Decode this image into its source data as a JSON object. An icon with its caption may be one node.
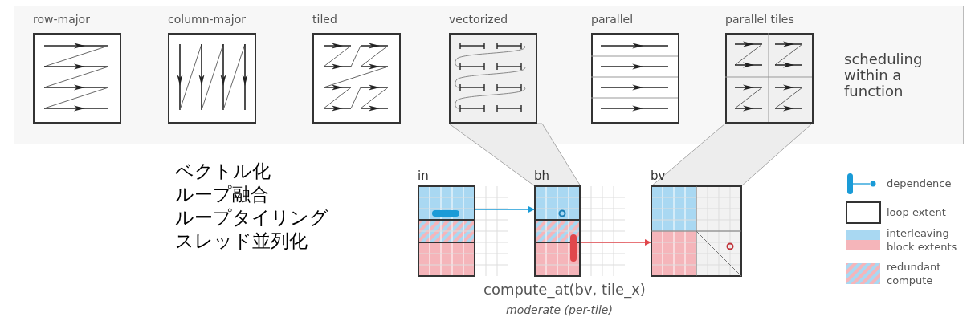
{
  "diagram": {
    "nodes": [
      {
        "text": [
          "scheduling within a function"
        ]
      },
      {
        "text": [
          "row-major"
        ],
        "in": 0
      },
      {
        "text": [
          "column-major"
        ],
        "in": 0
      },
      {
        "text": [
          "tiled"
        ],
        "in": 0
      },
      {
        "text": [
          "vectorized"
        ],
        "in": 0
      },
      {
        "text": [
          "parallel"
        ],
        "in": 0
      },
      {
        "text": [
          "parallel tiles"
        ],
        "in": 0
      },
      {
        "text": [
          "in"
        ]
      },
      {
        "text": [
          "bh"
        ]
      },
      {
        "text": [
          "bv"
        ]
      }
    ],
    "edges": [
      {
        "from": 7,
        "to": 8,
        "arrow": "to",
        "color": "#1a9bd7"
      },
      {
        "from": 8,
        "to": 9,
        "arrow": "to",
        "color": "#e0474c"
      }
    ],
    "labels": [
      "ベクトル化",
      "ループ融合",
      "ループタイリング",
      "スレッド並列化",
      "compute_at(bv, tile_x)",
      "moderate (per-tile)"
    ],
    "legend": [
      {
        "text": "dependence"
      },
      {
        "text": "loop extent"
      },
      {
        "text": "interleaving block extents"
      },
      {
        "text": "redundant compute"
      }
    ]
  }
}
